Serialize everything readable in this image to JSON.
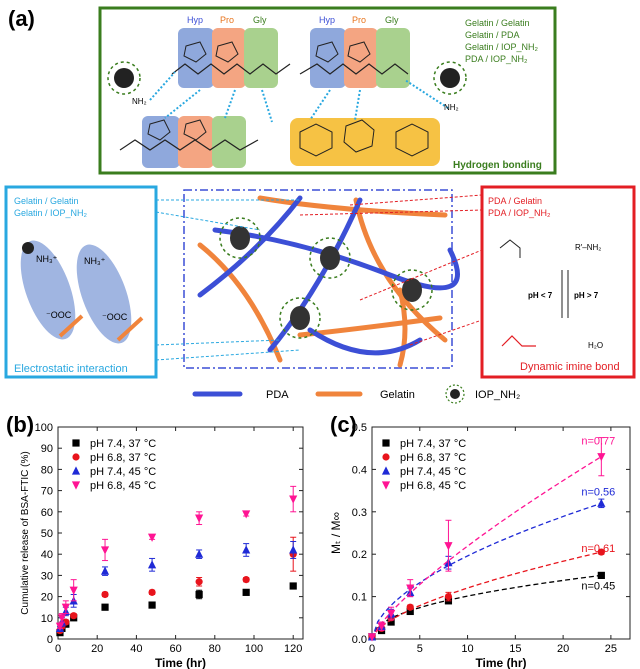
{
  "panel_a": {
    "label": "(a)",
    "residues": [
      "Hyp",
      "Pro",
      "Gly"
    ],
    "legend_top": [
      "Gelatin / Gelatin",
      "Gelatin / PDA",
      "Gelatin / IOP_NH₂",
      "PDA / IOP_NH₂"
    ],
    "hbond_label": "Hydrogen bonding",
    "nh2_left": "NH₂",
    "nh2_right": "NH₂",
    "left_box_lines": [
      "Gelatin / Gelatin",
      "Gelatin / IOP_NH₂"
    ],
    "nh3": "NH₃⁺",
    "ooc": "⁻OOC",
    "electrostatic_label": "Electrostatic interaction",
    "right_box_lines": [
      "PDA / Gelatin",
      "PDA / IOP_NH₂"
    ],
    "ph_low": "pH < 7",
    "ph_high": "pH > 7",
    "imine_label": "Dynamic imine bond",
    "r_nh2": "R′–NH₂",
    "h2o": "H₂O",
    "legend_bottom": [
      "PDA",
      "Gelatin",
      "IOP_NH₂"
    ],
    "colors": {
      "green": "#3a7d1e",
      "cyan": "#29a8e0",
      "red": "#e31e24",
      "pda": "#3c4fd6",
      "gelatin": "#f0843c",
      "hyp": "#8fa8dc",
      "pro": "#f4a582",
      "gly": "#a9d18e",
      "sugar": "#f6c244"
    }
  },
  "chart_data": [
    {
      "panel": "(b)",
      "type": "scatter",
      "xlabel": "Time (hr)",
      "ylabel": "Cumulative release of BSA-FTIC (%)",
      "xlim": [
        0,
        125
      ],
      "ylim": [
        0,
        100
      ],
      "xticks": [
        0,
        20,
        40,
        60,
        80,
        100,
        120
      ],
      "yticks": [
        0,
        10,
        20,
        30,
        40,
        50,
        60,
        70,
        80,
        90,
        100
      ],
      "legend_position": "top-left",
      "series": [
        {
          "name": "pH 7.4, 37 °C",
          "color": "#000000",
          "marker": "square",
          "x": [
            1,
            2,
            4,
            8,
            24,
            48,
            72,
            96,
            120
          ],
          "y": [
            3,
            5,
            7,
            10,
            15,
            16,
            21,
            22,
            25
          ],
          "err": [
            1,
            1,
            1,
            1,
            1,
            1,
            2,
            1,
            1
          ]
        },
        {
          "name": "pH 6.8, 37 °C",
          "color": "#e8141c",
          "marker": "circle",
          "x": [
            1,
            2,
            4,
            8,
            24,
            48,
            72,
            96,
            120
          ],
          "y": [
            4,
            6,
            8,
            11,
            21,
            22,
            27,
            28,
            40
          ],
          "err": [
            1,
            1,
            1,
            1,
            1,
            1,
            2,
            1,
            8
          ]
        },
        {
          "name": "pH 7.4, 45 °C",
          "color": "#1f2ad6",
          "marker": "triangle-up",
          "x": [
            1,
            2,
            4,
            8,
            24,
            48,
            72,
            96,
            120
          ],
          "y": [
            5,
            8,
            13,
            18,
            32,
            35,
            40,
            42,
            42
          ],
          "err": [
            1,
            2,
            2,
            3,
            2,
            3,
            2,
            3,
            4
          ]
        },
        {
          "name": "pH 6.8, 45 °C",
          "color": "#ff1493",
          "marker": "triangle-down",
          "x": [
            1,
            2,
            4,
            8,
            24,
            48,
            72,
            96,
            120
          ],
          "y": [
            6,
            10,
            15,
            23,
            42,
            48,
            57,
            59,
            66
          ],
          "err": [
            1,
            2,
            3,
            5,
            5,
            1,
            3,
            1,
            6
          ]
        }
      ]
    },
    {
      "panel": "(c)",
      "type": "scatter",
      "xlabel": "Time (hr)",
      "ylabel": "Mₜ / M∞",
      "xlim": [
        0,
        27
      ],
      "ylim": [
        0,
        0.5
      ],
      "xticks": [
        0,
        5,
        10,
        15,
        20,
        25
      ],
      "yticks": [
        0.0,
        0.1,
        0.2,
        0.3,
        0.4,
        0.5
      ],
      "legend_position": "top-left",
      "series": [
        {
          "name": "pH 7.4, 37 °C",
          "color": "#000000",
          "marker": "square",
          "x": [
            0,
            1,
            2,
            4,
            8,
            24
          ],
          "y": [
            0.005,
            0.02,
            0.04,
            0.065,
            0.09,
            0.15
          ],
          "err": [
            0,
            0.005,
            0.005,
            0.005,
            0.005,
            0.005
          ],
          "fit_label": "n=0.45"
        },
        {
          "name": "pH 6.8, 37 °C",
          "color": "#e8141c",
          "marker": "circle",
          "x": [
            0,
            1,
            2,
            4,
            8,
            24
          ],
          "y": [
            0.005,
            0.025,
            0.05,
            0.075,
            0.1,
            0.205
          ],
          "err": [
            0,
            0.005,
            0.005,
            0.005,
            0.01,
            0.005
          ],
          "fit_label": "n=0.61"
        },
        {
          "name": "pH 7.4, 45 °C",
          "color": "#1f2ad6",
          "marker": "triangle-up",
          "x": [
            0,
            1,
            2,
            4,
            8,
            24
          ],
          "y": [
            0.005,
            0.03,
            0.06,
            0.11,
            0.18,
            0.32
          ],
          "err": [
            0,
            0.01,
            0.01,
            0.01,
            0.015,
            0.01
          ],
          "fit_label": "n=0.56"
        },
        {
          "name": "pH 6.8, 45 °C",
          "color": "#ff1493",
          "marker": "triangle-down",
          "x": [
            0,
            1,
            2,
            4,
            8,
            24
          ],
          "y": [
            0.005,
            0.03,
            0.06,
            0.12,
            0.22,
            0.43
          ],
          "err": [
            0,
            0.01,
            0.015,
            0.02,
            0.06,
            0.045
          ],
          "fit_label": "n=0.77"
        }
      ]
    }
  ]
}
